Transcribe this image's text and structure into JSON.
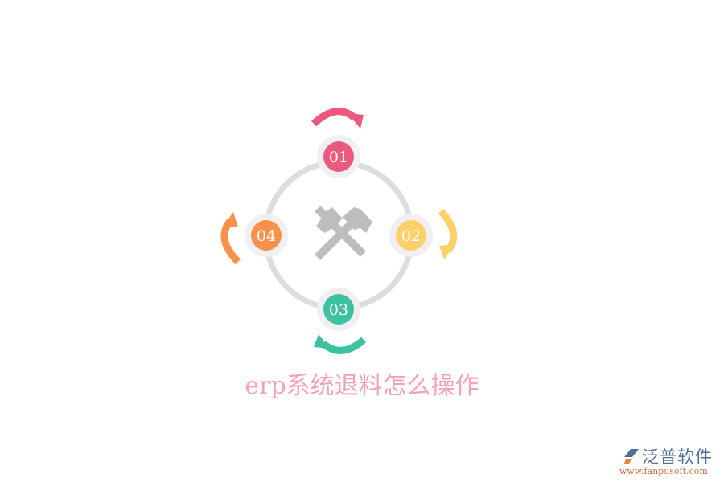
{
  "title": "erp系统退料怎么操作",
  "center_icon": "crossed-hammers-icon",
  "colors": {
    "ring": "#dddddd",
    "halo": "#f0f0f2",
    "icon": "#bdbdbd",
    "title": "#f4a3b3",
    "step1": "#ea5a7f",
    "step2": "#fdd06a",
    "step3": "#3fc1a0",
    "step4": "#f7914c"
  },
  "steps": [
    {
      "label": "01",
      "position": "top",
      "color": "#ea5a7f"
    },
    {
      "label": "02",
      "position": "right",
      "color": "#fdd06a"
    },
    {
      "label": "03",
      "position": "bottom",
      "color": "#3fc1a0"
    },
    {
      "label": "04",
      "position": "left",
      "color": "#f7914c"
    }
  ],
  "logo": {
    "name": "泛普软件",
    "url": "www.fanpusoft.com"
  }
}
